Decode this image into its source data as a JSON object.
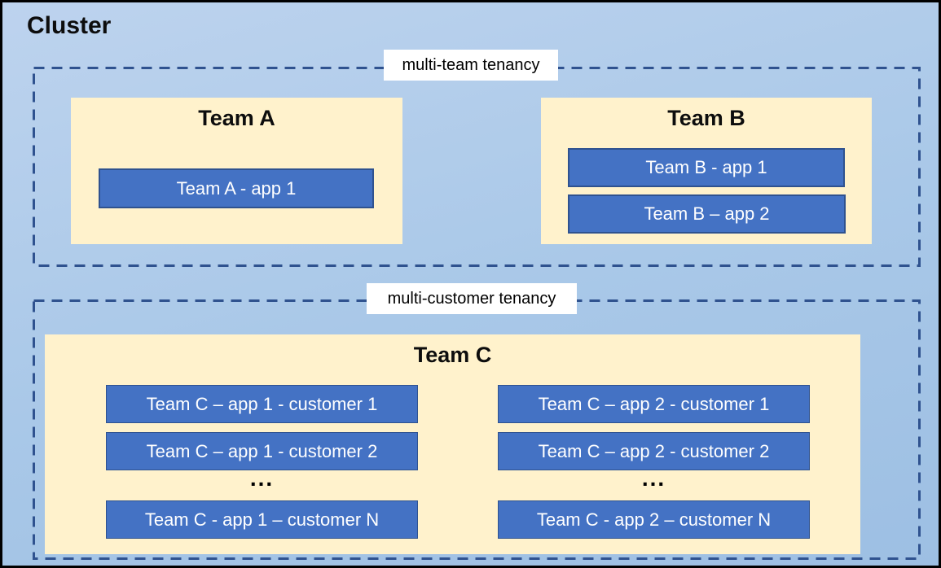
{
  "title": "Cluster",
  "multi_team": {
    "label": "multi-team tenancy",
    "team_a": {
      "name": "Team A",
      "apps": [
        "Team A - app 1"
      ]
    },
    "team_b": {
      "name": "Team B",
      "apps": [
        "Team B - app 1",
        "Team B – app 2"
      ]
    }
  },
  "multi_customer": {
    "label": "multi-customer tenancy",
    "team_c": {
      "name": "Team C",
      "ellipsis": "...",
      "col1": [
        "Team C – app 1 - customer 1",
        "Team C – app 1 - customer 2",
        "Team C - app 1 – customer N"
      ],
      "col2": [
        "Team C – app 2 - customer 1",
        "Team C – app 2 - customer 2",
        "Team C - app 2 – customer N"
      ]
    }
  },
  "colors": {
    "background_top": "#BDD3EE",
    "background_bottom": "#9DBFE3",
    "panel_fill": "#FFF2CC",
    "app_fill": "#4472C4",
    "app_border": "#2F528F",
    "dashed_border": "#2F528F",
    "label_background": "#FFFFFF",
    "text_dark": "#0D0D0D",
    "text_light": "#FFFFFF"
  }
}
